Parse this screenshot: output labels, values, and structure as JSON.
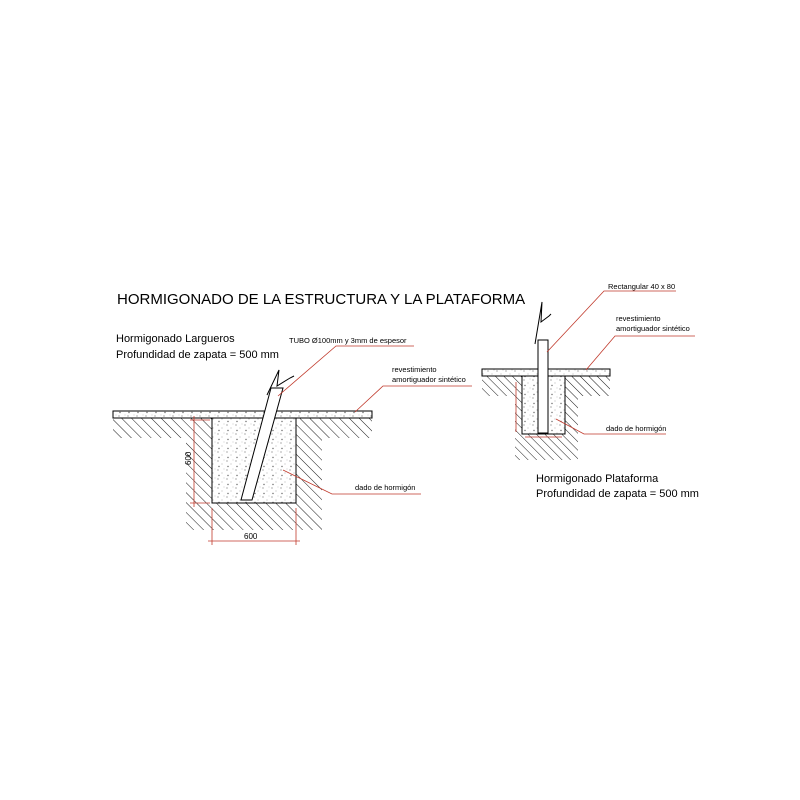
{
  "title": "HORMIGONADO DE LA ESTRUCTURA Y LA PLATAFORMA",
  "left": {
    "heading": "Hormigonado Largueros",
    "depth": "Profundidad de zapata = 500 mm",
    "tube_label": "TUBO Ø100mm y 3mm de espesor",
    "coating_label_1": "revestimiento",
    "coating_label_2": "amortiguador sintético",
    "concrete_label": "dado de hormigón",
    "dim_width": "600",
    "dim_height": "600"
  },
  "right": {
    "heading": "Hormigonado Plataforma",
    "depth": "Profundidad de zapata = 500 mm",
    "rect_label": "Rectangular 40 x 80",
    "coating_label_1": "revestimiento",
    "coating_label_2": "amortiguador sintético",
    "concrete_label": "dado de hormigón"
  },
  "colors": {
    "line": "#000000",
    "dimension": "#c0392b",
    "leader": "#c0392b",
    "concrete_dot": "#7a7a7a"
  }
}
